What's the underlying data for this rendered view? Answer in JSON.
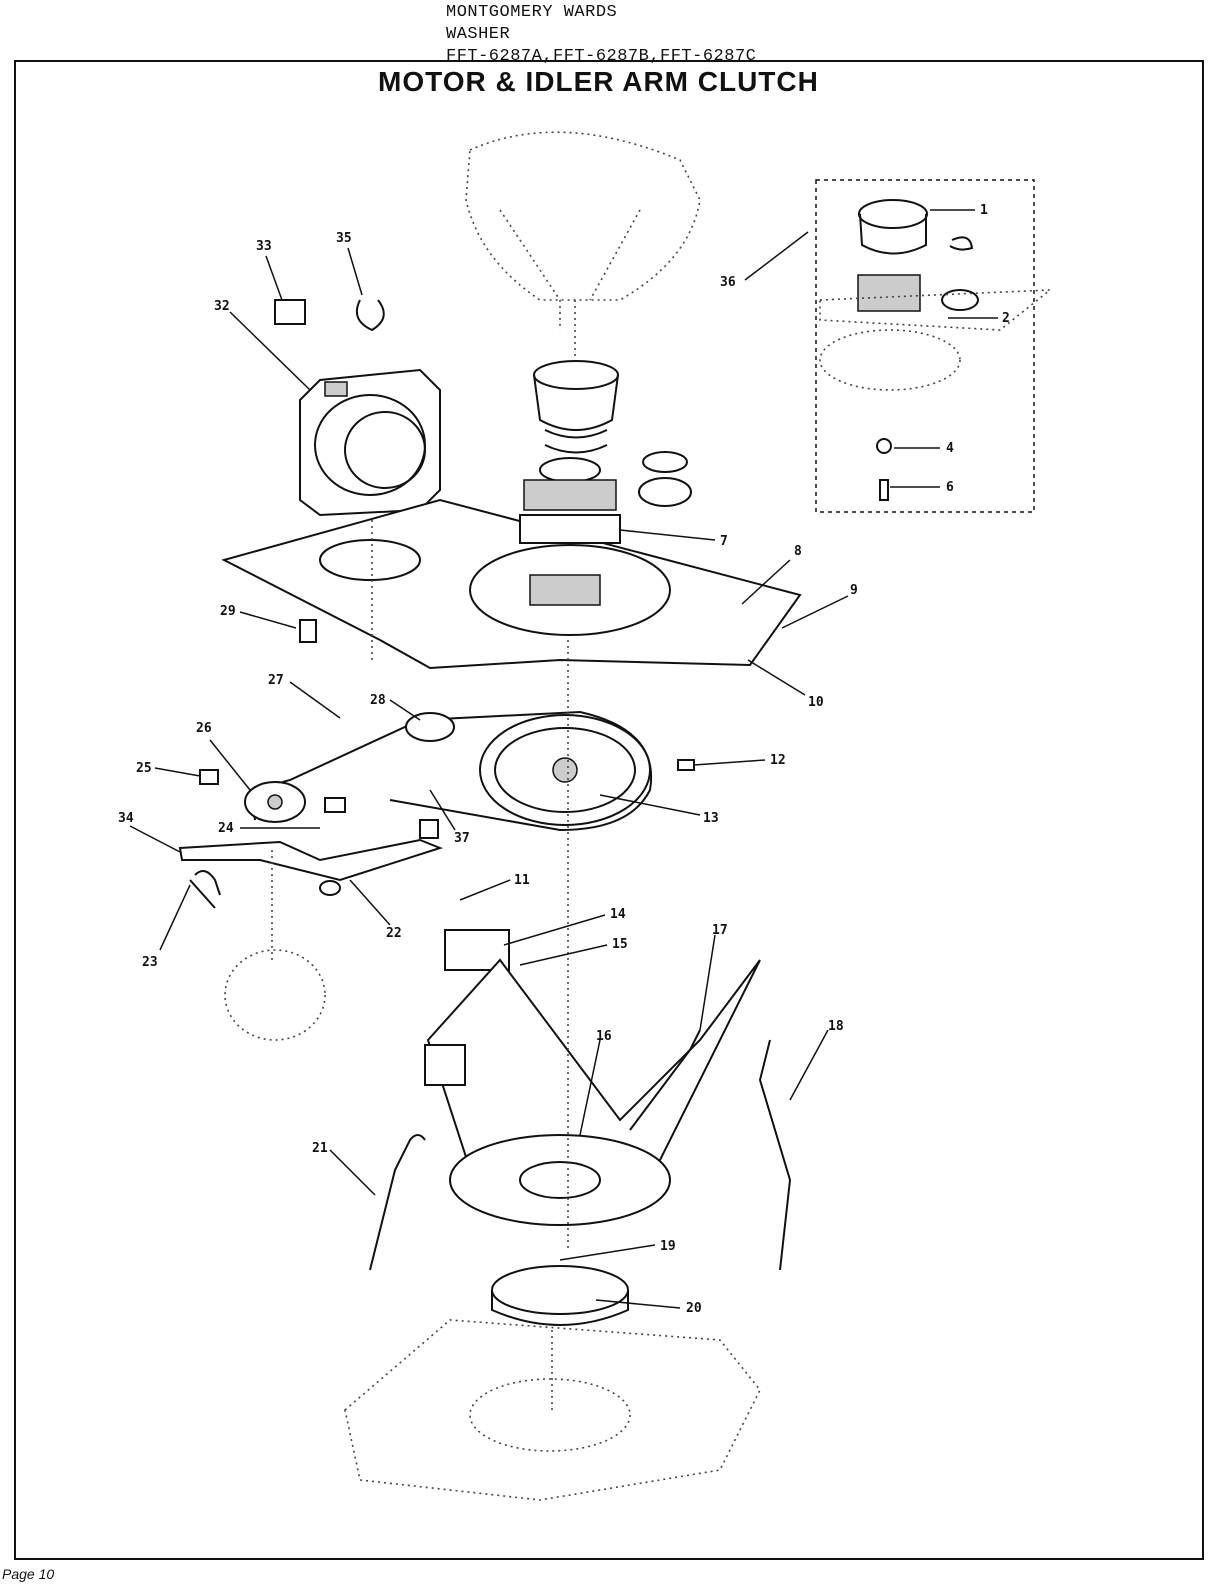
{
  "header": {
    "line1": "MONTGOMERY WARDS",
    "line2": "WASHER",
    "line3": "FFT-6287A,FFT-6287B,FFT-6287C"
  },
  "title": "MOTOR & IDLER ARM CLUTCH",
  "footer": "Page 10",
  "callouts": [
    "1",
    "2",
    "4",
    "6",
    "7",
    "8",
    "9",
    "10",
    "11",
    "12",
    "13",
    "14",
    "15",
    "16",
    "17",
    "18",
    "19",
    "20",
    "21",
    "22",
    "23",
    "24",
    "25",
    "26",
    "27",
    "28",
    "29",
    "32",
    "33",
    "34",
    "35",
    "36",
    "37"
  ]
}
